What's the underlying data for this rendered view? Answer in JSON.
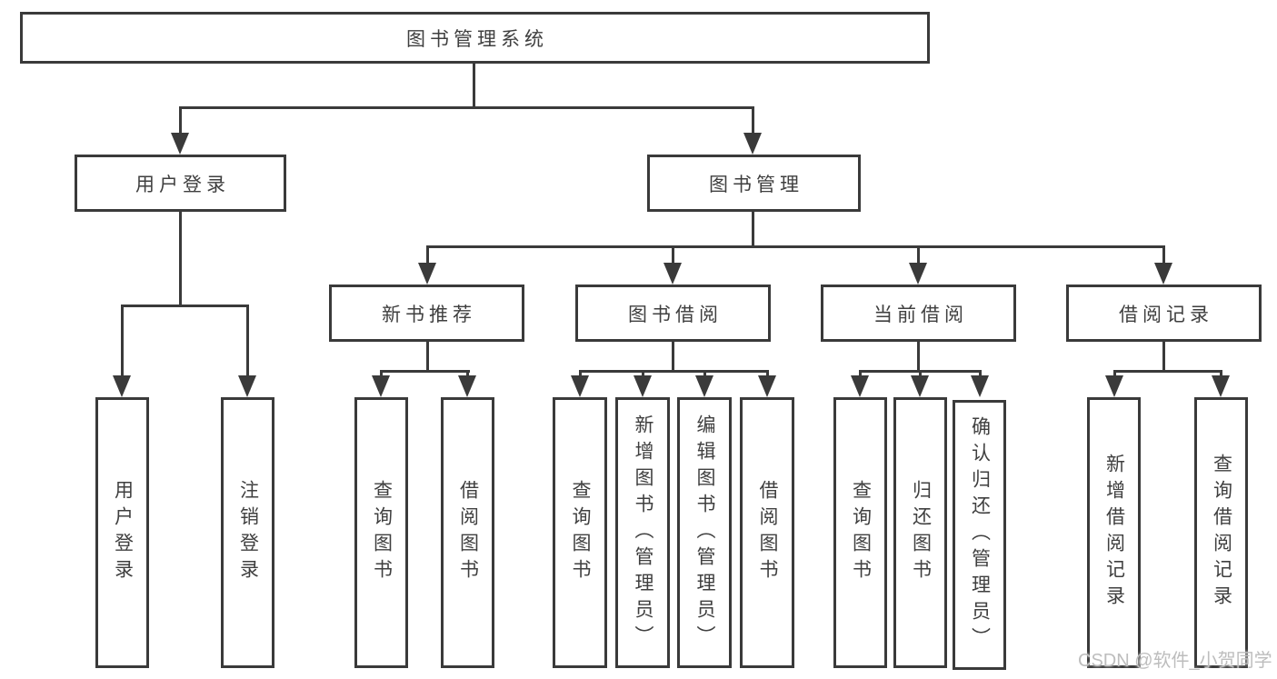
{
  "colors": {
    "line": "#3a3a3a",
    "text": "#3f3f3f",
    "background": "#ffffff",
    "watermark": "#bdbdbd"
  },
  "watermark": "CSDN @软件_小贺同学",
  "tree": {
    "root": {
      "label": "图书管理系统"
    },
    "level2": [
      {
        "label": "用户登录"
      },
      {
        "label": "图书管理"
      }
    ],
    "level3": [
      {
        "label": "新书推荐"
      },
      {
        "label": "图书借阅"
      },
      {
        "label": "当前借阅"
      },
      {
        "label": "借阅记录"
      }
    ],
    "leaves": {
      "user_login": [
        "用户登录",
        "注销登录"
      ],
      "new_book_recommend": [
        "查询图书",
        "借阅图书"
      ],
      "book_borrow": [
        "查询图书",
        "新增图书（管理员）",
        "编辑图书（管理员）",
        "借阅图书"
      ],
      "current_borrow": [
        "查询图书",
        "归还图书",
        "确认归还（管理员）"
      ],
      "borrow_record": [
        "新增借阅记录",
        "查询借阅记录"
      ]
    }
  }
}
